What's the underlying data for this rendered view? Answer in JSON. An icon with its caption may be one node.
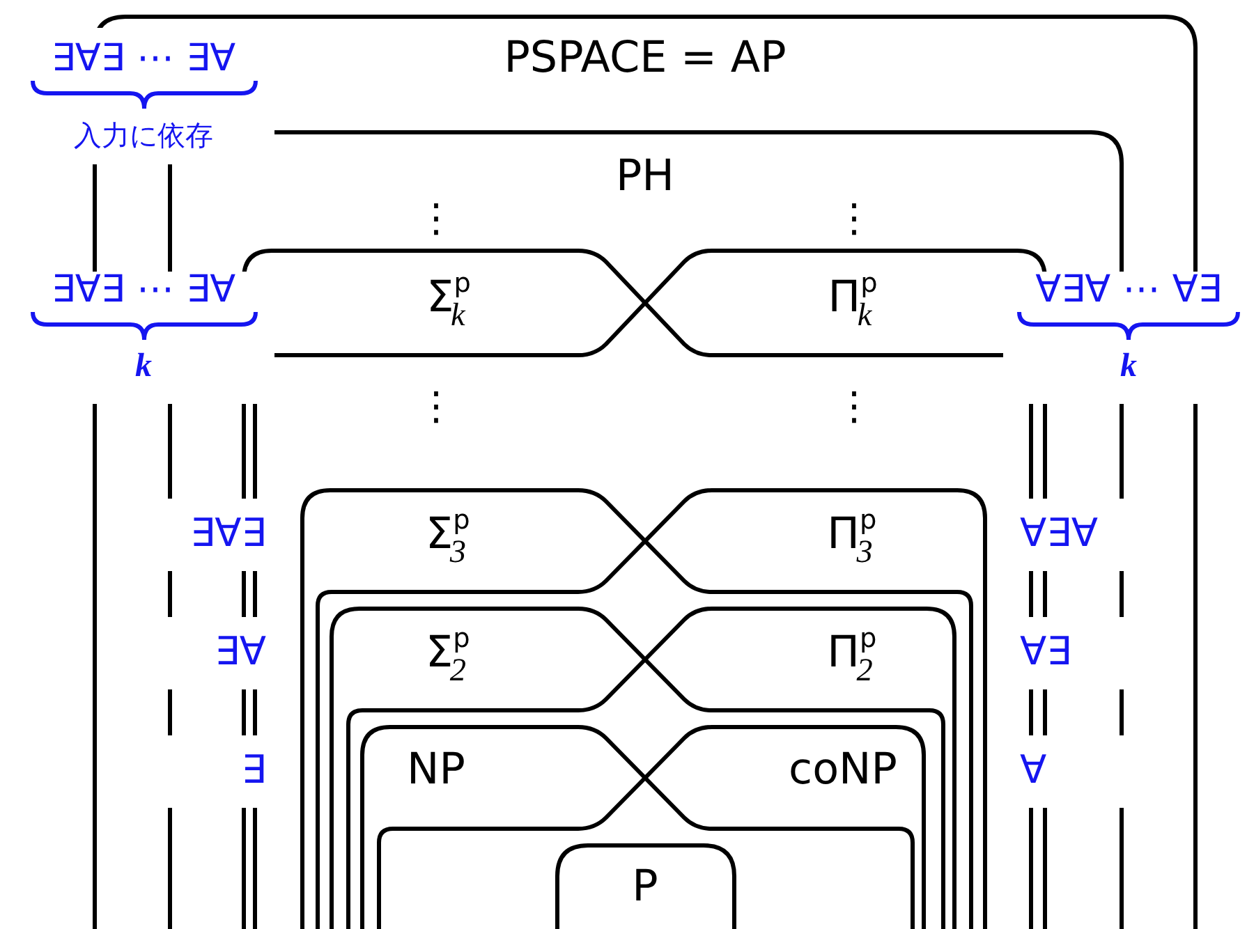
{
  "diagram": {
    "nodes": [
      {
        "text": [
          "PSPACE = AP"
        ]
      },
      {
        "text": [
          "PH"
        ],
        "in": 0
      },
      {
        "text": [
          "Σ$^{p}$$_{k}$"
        ],
        "in": 1
      },
      {
        "text": [
          "Π$^{p}$$_{k}$"
        ],
        "in": 1
      },
      {
        "text": [
          "Σ$^{p}$$_{3}$"
        ],
        "in": 2
      },
      {
        "text": [
          "Π$^{p}$$_{3}$"
        ],
        "in": 3
      },
      {
        "text": [
          "Σ$^{p}$$_{2}$"
        ],
        "in": 4
      },
      {
        "text": [
          "Π$^{p}$$_{2}$"
        ],
        "in": 5
      },
      {
        "text": [
          "NP"
        ],
        "in": 6
      },
      {
        "text": [
          "coNP"
        ],
        "in": 7
      },
      {
        "text": [
          "P"
        ],
        "in": 1
      }
    ],
    "labels": [
      "∃∀∃ ⋯ ∃∀",
      "入力に依存",
      "⋮",
      "⋮",
      "∃∀∃ ⋯ ∃∀",
      "k",
      "∀∃∀ ⋯ ∀∃",
      "k",
      "⋮",
      "⋮",
      "∃∀∃",
      "∀∃∀",
      "∃∀",
      "∀∃",
      "∃",
      "∀"
    ]
  }
}
